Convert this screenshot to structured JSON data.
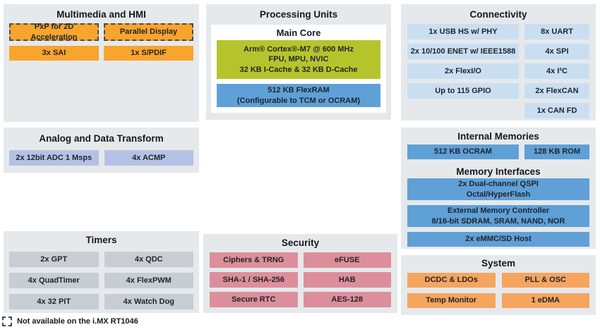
{
  "colors": {
    "panel_background": "#e5e9ec",
    "multimedia_orange": "#f9a42c",
    "connectivity_light_blue": "#c9dff1",
    "memory_blue": "#5fa0d6",
    "core_green": "#b6c42c",
    "analog_lavender": "#b5c1e4",
    "timers_gray": "#c8cdd3",
    "security_pink": "#dd8e9b",
    "system_orange": "#f5a55e",
    "dashed_border": "#474c53"
  },
  "panels": {
    "multimedia": {
      "title": "Multimedia and HMI",
      "items": [
        {
          "label": "PxP for 2D Acceleration"
        },
        {
          "label": "Parallel Display"
        },
        {
          "label": "3x SAI"
        },
        {
          "label": "1x S/PDIF"
        }
      ]
    },
    "processing": {
      "title": "Processing Units",
      "main_core": {
        "title": "Main Core",
        "cpu": [
          "Arm® Cortex®-M7 @ 600 MHz",
          "FPU, MPU, NVIC",
          "32 KB I-Cache & 32 KB D-Cache"
        ],
        "flexram": [
          "512 KB FlexRAM",
          "(Configurable to TCM or OCRAM)"
        ]
      }
    },
    "connectivity": {
      "title": "Connectivity",
      "left": [
        "1x USB HS w/ PHY",
        "2x 10/100 ENET w/ IEEE1588",
        "2x FlexI/O",
        "Up to 115 GPIO"
      ],
      "right": [
        "8x UART",
        "4x SPI",
        "4x I²C",
        "2x FlexCAN",
        "1x CAN FD"
      ]
    },
    "analog": {
      "title": "Analog and Data Transform",
      "items": [
        "2x 12bit ADC 1 Msps",
        "4x ACMP"
      ]
    },
    "memories": {
      "title": "Internal Memories",
      "items": [
        "512 KB OCRAM",
        "128 KB ROM"
      ],
      "interfaces": {
        "title": "Memory Interfaces",
        "qspi": [
          "2x Dual-channel QSPI",
          "Octal/HyperFlash"
        ],
        "emc": [
          "External Memory Controller",
          "8/16-bit SDRAM, SRAM, NAND, NOR"
        ],
        "emmc": "2x eMMC/SD Host"
      }
    },
    "timers": {
      "title": "Timers",
      "items": [
        "2x GPT",
        "4x QDC",
        "4x QuadTimer",
        "4x FlexPWM",
        "4x 32 PIT",
        "4x Watch Dog"
      ]
    },
    "security": {
      "title": "Security",
      "items": [
        "Ciphers & TRNG",
        "eFUSE",
        "SHA-1 / SHA-256",
        "HAB",
        "Secure RTC",
        "AES-128"
      ]
    },
    "system": {
      "title": "System",
      "items": [
        "DCDC & LDOs",
        "PLL & OSC",
        "Temp Monitor",
        "1 eDMA"
      ]
    }
  },
  "legend": {
    "note": "Not available on the i.MX RT1046"
  }
}
